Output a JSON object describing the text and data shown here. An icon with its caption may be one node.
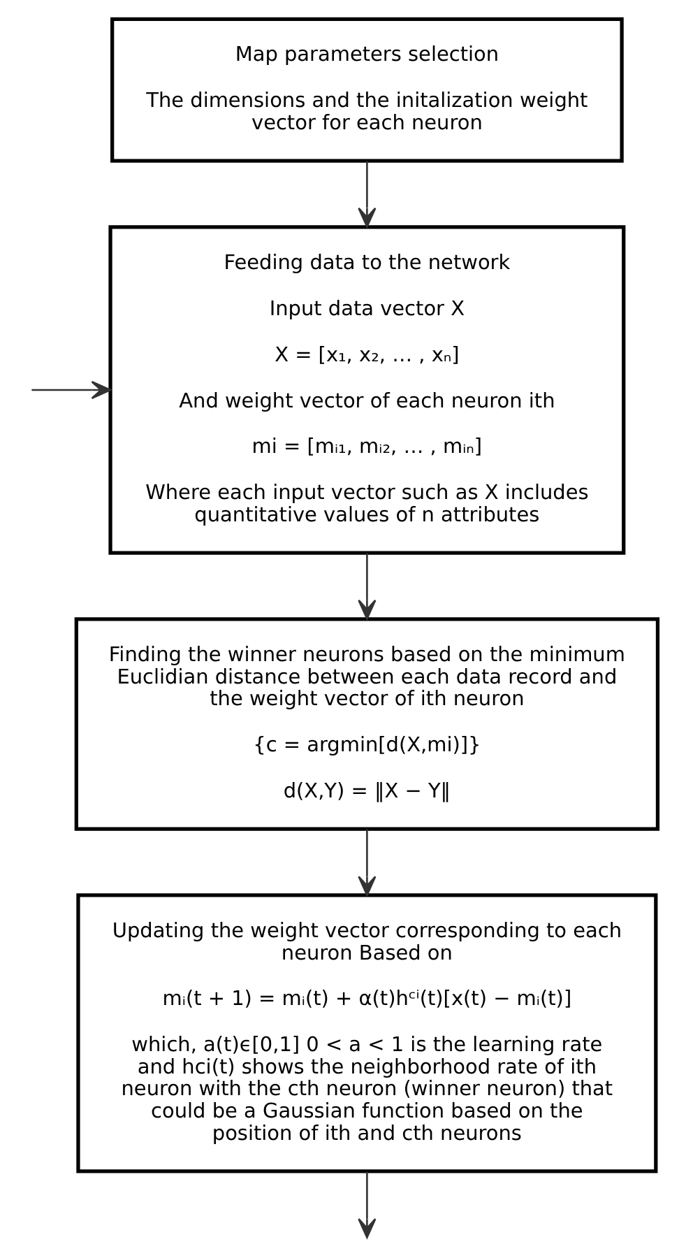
{
  "diagram": {
    "nodes": [
      {
        "text": [
          "Map parameters selection",
          "The dimensions and the initalization weight vector for each neuron"
        ]
      },
      {
        "text": [
          "Feeding data to the network",
          "Input data vector X",
          "X = [x₁, x₂, … , xₙ]",
          "And weight vector of each neuron ith",
          "mi = [mᵢ₁, mᵢ₂, … , mᵢₙ]",
          "Where each input vector such as X includes quantitative values of n attributes"
        ]
      },
      {
        "text": [
          "Finding the winner neurons based on the minimum Euclidian distance between each data record and the weight vector of ith neuron",
          "{c = argmin[d(X,mi)]}",
          "d(X,Y) = ‖X − Y‖"
        ]
      },
      {
        "text": [
          "Updating the weight vector corresponding to each neuron Based on",
          "mᵢ(t + 1) = mᵢ(t) + α(t)hᶜⁱ(t)[x(t) − mᵢ(t)]",
          "which, a(t)ϵ[0,1] 0 < a < 1 is the learning rate and hci(t) shows the neighborhood rate of ith neuron with the cth neuron (winner neuron) that could be a Gaussian function based on the position of ith and cth neurons"
        ]
      }
    ],
    "edges": [
      {
        "from": 0,
        "to": 1,
        "arrow": "to"
      },
      {
        "from": 1,
        "to": 2,
        "arrow": "to"
      },
      {
        "from": 2,
        "to": 3,
        "arrow": "to"
      },
      {
        "from": 3,
        "to": null,
        "arrow": "to"
      },
      {
        "from": null,
        "to": 1,
        "arrow": "to"
      }
    ]
  }
}
